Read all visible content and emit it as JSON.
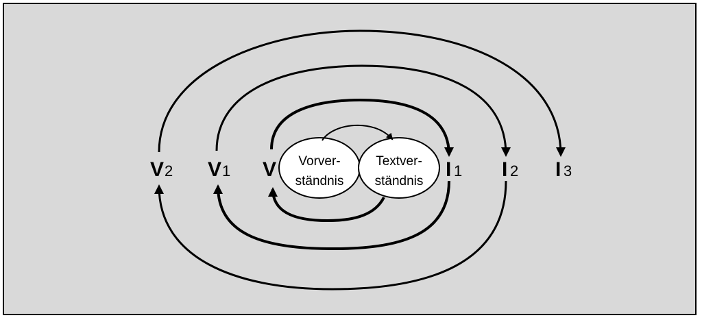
{
  "labels": {
    "v2": {
      "main": "V",
      "sub": "2"
    },
    "v1": {
      "main": "V",
      "sub": "1"
    },
    "v": {
      "main": "V"
    },
    "i1": {
      "main": "I",
      "sub": "1"
    },
    "i2": {
      "main": "I",
      "sub": "2"
    },
    "i3": {
      "main": "I",
      "sub": "3"
    }
  },
  "ellipses": {
    "vorverstaendnis": {
      "line1": "Vorver-",
      "line2": "ständnis"
    },
    "textverstaendnis": {
      "line1": "Textver-",
      "line2": "ständnis"
    }
  },
  "colors": {
    "background": "#d9d9d9",
    "stroke": "#000000",
    "ellipse_fill": "#ffffff"
  }
}
